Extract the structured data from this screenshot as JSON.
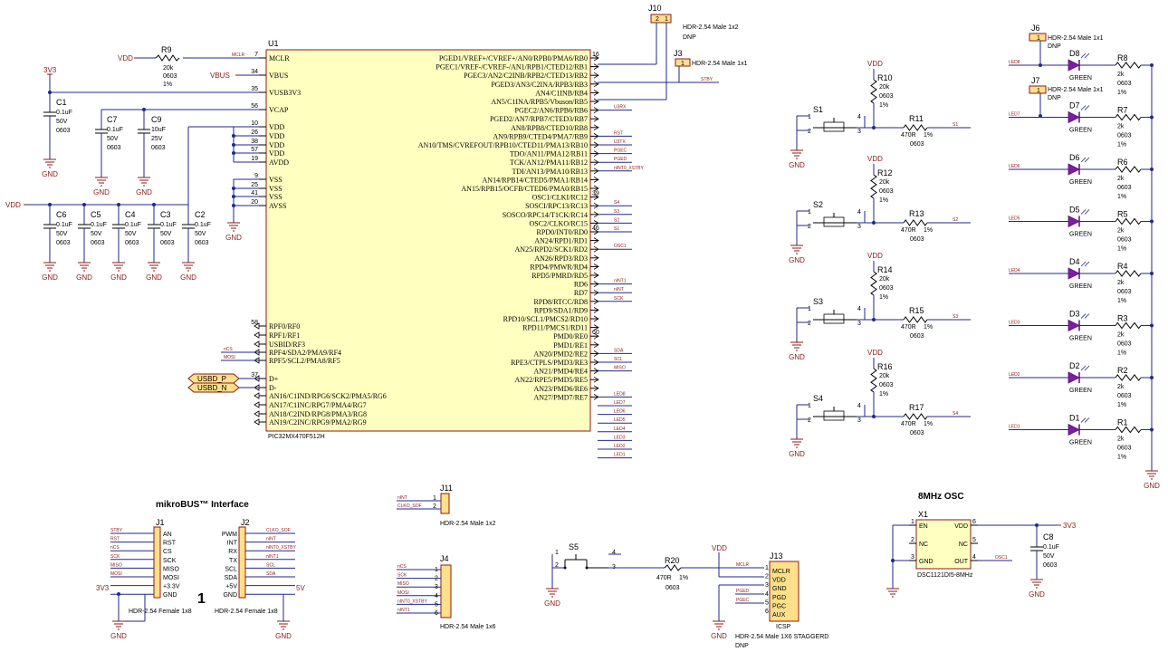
{
  "u1": {
    "ref": "U1",
    "part": "PIC32MX470F512H",
    "left_pins": [
      {
        "num": "7",
        "label": "MCLR"
      },
      {
        "num": "34",
        "label": "VBUS"
      },
      {
        "num": "35",
        "label": "VUSB3V3"
      },
      {
        "num": "56",
        "label": "VCAP"
      },
      {
        "num": "10",
        "label": "VDD"
      },
      {
        "num": "26",
        "label": "VDD"
      },
      {
        "num": "38",
        "label": "VDD"
      },
      {
        "num": "57",
        "label": "VDD"
      },
      {
        "num": "19",
        "label": "AVDD"
      },
      {
        "num": "9",
        "label": "VSS"
      },
      {
        "num": "25",
        "label": "VSS"
      },
      {
        "num": "41",
        "label": "VSS"
      },
      {
        "num": "20",
        "label": "AVSS"
      },
      {
        "num": "58",
        "label": "RPF0/RF0"
      },
      {
        "num": "",
        "label": "RPF1/RF1"
      },
      {
        "num": "",
        "label": "USBID/RF3"
      },
      {
        "num": "",
        "label": "RPF4/SDA2/PMA9/RF4"
      },
      {
        "num": "",
        "label": "RPF5/SCL2/PMA8/RF5"
      },
      {
        "num": "37",
        "label": "D+"
      },
      {
        "num": "",
        "label": "D-"
      },
      {
        "num": "",
        "label": "AN16/C1IND/RPG6/SCK2/PMA5/RG6"
      },
      {
        "num": "",
        "label": "AN17/C1INC/RPG7/PMA4/RG7"
      },
      {
        "num": "",
        "label": "AN18/C2IND/RPG8/PMA3/RG8"
      },
      {
        "num": "",
        "label": "AN19/C2INC/RPG9/PMA2/RG9"
      }
    ],
    "right_pins": [
      {
        "num": "16",
        "label": "PGED1/VREF+/CVREF+/AN0/RPB0/PMA6/RB0"
      },
      {
        "num": "",
        "label": "PGEC1/VREF-/CVREF-/AN1/RPB1/CTED12/RB1"
      },
      {
        "num": "",
        "label": "PGEC3/AN2/C2INB/RPB2/CTED13/RB2"
      },
      {
        "num": "",
        "label": "PGED3/AN3/C2INA/RPB3/RB3"
      },
      {
        "num": "",
        "label": "AN4/C1INB/RB4"
      },
      {
        "num": "",
        "label": "AN5/C1INA/RPB5/Vbuson/RB5"
      },
      {
        "num": "",
        "label": "PGEC2/AN6/RPB6/RB6"
      },
      {
        "num": "",
        "label": "PGED2/AN7/RPB7/CTED3/RB7"
      },
      {
        "num": "",
        "label": "AN8/RPB8/CTED10/RB8"
      },
      {
        "num": "",
        "label": "AN9/RPB9/CTED4/PMA7/RB9"
      },
      {
        "num": "",
        "label": "AN10/TMS/CVREFOUT/RPB10/CTED11/PMA13/RB10"
      },
      {
        "num": "",
        "label": "TDO/AN11/PMA12/RB11"
      },
      {
        "num": "",
        "label": "TCK/AN12/PMA11/RB12"
      },
      {
        "num": "",
        "label": "TDI/AN13/PMA10/RB13"
      },
      {
        "num": "",
        "label": "AN14/RPB14/CTED5/PMA1/RB14"
      },
      {
        "num": "",
        "label": "AN15/RPB15/OCFB/CTED6/PMA0/RB15"
      },
      {
        "num": "39",
        "label": "OSC1/CLKI/RC12"
      },
      {
        "num": "",
        "label": "SOSCI/RPC13/RC13"
      },
      {
        "num": "",
        "label": "SOSCO/RPC14/T1CK/RC14"
      },
      {
        "num": "",
        "label": "OSC2/CLKO/RC15"
      },
      {
        "num": "46",
        "label": "RPD0/INT0/RD0"
      },
      {
        "num": "",
        "label": "AN24/RPD1/RD1"
      },
      {
        "num": "",
        "label": "AN25/RPD2/SCK1/RD2"
      },
      {
        "num": "",
        "label": "AN26/RPD3/RD3"
      },
      {
        "num": "",
        "label": "RPD4/PMWR/RD4"
      },
      {
        "num": "",
        "label": "RPD5/PMRD/RD5"
      },
      {
        "num": "",
        "label": "RD6"
      },
      {
        "num": "",
        "label": "RD7"
      },
      {
        "num": "",
        "label": "RPD8/RTCC/RD8"
      },
      {
        "num": "",
        "label": "RPD9/SDA1/RD9"
      },
      {
        "num": "",
        "label": "RPD10/SCL1/PMCS2/RD10"
      },
      {
        "num": "",
        "label": "RPD11/PMCS1/RD11"
      },
      {
        "num": "60",
        "label": "PMD0/RE0"
      },
      {
        "num": "",
        "label": "PMD1/RE1"
      },
      {
        "num": "",
        "label": "AN20/PMD2/RE2"
      },
      {
        "num": "",
        "label": "RPE3/CTPLS/PMD3/RE3"
      },
      {
        "num": "",
        "label": "AN21/PMD4/RE4"
      },
      {
        "num": "",
        "label": "AN22/RPE5/PMD5/RE5"
      },
      {
        "num": "",
        "label": "AN23/PMD6/RE6"
      },
      {
        "num": "",
        "label": "AN27/PMD7/RE7"
      }
    ],
    "right_nets": [
      {
        "row": 6,
        "label": "U3RX"
      },
      {
        "row": 9,
        "label": "RST"
      },
      {
        "row": 10,
        "label": "U3TX"
      },
      {
        "row": 11,
        "label": "PGEC"
      },
      {
        "row": 12,
        "label": "PGED"
      },
      {
        "row": 13,
        "label": "nINT0_XSTBY"
      },
      {
        "row": 17,
        "label": "S4"
      },
      {
        "row": 18,
        "label": "S3"
      },
      {
        "row": 19,
        "label": "S2"
      },
      {
        "row": 20,
        "label": "S1"
      },
      {
        "row": 22,
        "label": "OSC1"
      },
      {
        "row": 26,
        "label": "nINT1"
      },
      {
        "row": 27,
        "label": "nINT"
      },
      {
        "row": 28,
        "label": "SCK"
      },
      {
        "row": 34,
        "label": "SDA"
      },
      {
        "row": 35,
        "label": "SCL"
      },
      {
        "row": 36,
        "label": "MISO"
      },
      {
        "row": 39,
        "label": "LED8"
      },
      {
        "row": 40,
        "label": "LED7"
      },
      {
        "row": 41,
        "label": "LED6"
      },
      {
        "row": 42,
        "label": "LED5"
      },
      {
        "row": 43,
        "label": "LED4"
      },
      {
        "row": 44,
        "label": "LED3"
      },
      {
        "row": 45,
        "label": "LED2"
      },
      {
        "row": 46,
        "label": "LED1"
      }
    ],
    "left_nets": [
      {
        "label": "nCS"
      },
      {
        "label": "MOSI"
      }
    ],
    "mclr_net": "MCLR"
  },
  "power": {
    "vdd": "VDD",
    "v3v3": "3V3",
    "vbus": "VBUS",
    "gnd": "GND",
    "v5": "5V"
  },
  "usb": {
    "dp": "USBD_P",
    "dn": "USBD_N"
  },
  "r9": {
    "ref": "R9",
    "value": "20k",
    "pkg": "0603",
    "tol": "1%"
  },
  "caps_top": [
    {
      "ref": "C1",
      "value": "0.1uF",
      "volt": "50V",
      "pkg": "0603"
    },
    {
      "ref": "C7",
      "value": "0.1uF",
      "volt": "50V",
      "pkg": "0603"
    },
    {
      "ref": "C9",
      "value": "10uF",
      "volt": "25V",
      "pkg": "0603"
    }
  ],
  "caps_bottom": [
    {
      "ref": "C6",
      "value": "0.1uF",
      "volt": "50V",
      "pkg": "0603"
    },
    {
      "ref": "C5",
      "value": "0.1uF",
      "volt": "50V",
      "pkg": "0603"
    },
    {
      "ref": "C4",
      "value": "0.1uF",
      "volt": "50V",
      "pkg": "0603"
    },
    {
      "ref": "C3",
      "value": "0.1uF",
      "volt": "50V",
      "pkg": "0603"
    },
    {
      "ref": "C2",
      "value": "0.1uF",
      "volt": "50V",
      "pkg": "0603"
    }
  ],
  "j10": {
    "ref": "J10",
    "desc": "HDR-2.54 Male 1x2",
    "dnp": "DNP"
  },
  "j3": {
    "ref": "J3",
    "desc": "HDR-2.54 Male 1x1",
    "net": "STBY"
  },
  "switches": [
    {
      "sw": "S1",
      "rp": "R10",
      "rs": "R11",
      "net": "S1"
    },
    {
      "sw": "S2",
      "rp": "R12",
      "rs": "R13",
      "net": "S2"
    },
    {
      "sw": "S3",
      "rp": "R14",
      "rs": "R15",
      "net": "S3"
    },
    {
      "sw": "S4",
      "rp": "R16",
      "rs": "R17",
      "net": "S4"
    }
  ],
  "switch_values": {
    "pull": "20k",
    "pull_pkg": "0603",
    "pull_tol": "1%",
    "series": "470R",
    "series_tol": "1%",
    "series_pkg": "0603"
  },
  "leds": [
    {
      "d": "D8",
      "r": "R8",
      "net": "LED8"
    },
    {
      "d": "D7",
      "r": "R7",
      "net": "LED7"
    },
    {
      "d": "D6",
      "r": "R6",
      "net": "LED6"
    },
    {
      "d": "D5",
      "r": "R5",
      "net": "LED5"
    },
    {
      "d": "D4",
      "r": "R4",
      "net": "LED4"
    },
    {
      "d": "D3",
      "r": "R3",
      "net": "LED3"
    },
    {
      "d": "D2",
      "r": "R2",
      "net": "LED2"
    },
    {
      "d": "D1",
      "r": "R1",
      "net": "LED1"
    }
  ],
  "led_values": {
    "color": "GREEN",
    "r": "2k",
    "pkg": "0603",
    "tol": "1%"
  },
  "j6": {
    "ref": "J6",
    "desc": "HDR-2.54 Male 1x1",
    "dnp": "DNP"
  },
  "j7": {
    "ref": "J7",
    "desc": "HDR-2.54 Male 1x1",
    "dnp": "DNP"
  },
  "mikrobus": {
    "title": "mikroBUS™ Interface",
    "j1": {
      "ref": "J1",
      "desc": "HDR-2.54 Female 1x8",
      "pins": [
        "AN",
        "RST",
        "CS",
        "SCK",
        "MISO",
        "MOSI",
        "+3.3V",
        "GND"
      ],
      "nets": [
        "STBY",
        "RST",
        "nCS",
        "SCK",
        "MISO",
        "MOSI",
        "",
        ""
      ]
    },
    "j2": {
      "ref": "J2",
      "desc": "HDR-2.54 Female 1x8",
      "pins": [
        "PWM",
        "INT",
        "RX",
        "TX",
        "SCL",
        "SDA",
        "+5V",
        "GND"
      ],
      "nets": [
        "CLKO_SOF",
        "nINT",
        "nINT0_XSTBY",
        "nINT1",
        "SCL",
        "SDA",
        "",
        ""
      ]
    },
    "marker": "1"
  },
  "j11": {
    "ref": "J11",
    "desc": "HDR-2.54 Male 1x2",
    "nets": [
      "nINT",
      "CLKO_SOF"
    ]
  },
  "j4": {
    "ref": "J4",
    "desc": "HDR-2.54 Male 1x6",
    "nets": [
      "nCS",
      "SCK",
      "MISO",
      "MOSI",
      "nINT0_XSTBY",
      "nINT1"
    ]
  },
  "s5": {
    "ref": "S5",
    "r": "R20",
    "value": "470R",
    "tol": "1%",
    "pkg": "0603"
  },
  "j13": {
    "ref": "J13",
    "pins": [
      "MCLR",
      "VDD",
      "GND",
      "PGD",
      "PGC",
      "AUX"
    ],
    "nets": [
      "MCLR",
      "",
      "",
      "PGED",
      "PGEC",
      ""
    ],
    "tag": "ICSP",
    "desc": "HDR-2.54 Male 1X6 STAGGERD",
    "dnp": "DNP"
  },
  "osc": {
    "title": "8MHz OSC",
    "ref": "X1",
    "part": "DSC1121DI5-8MHz",
    "pins_left": [
      "EN",
      "NC",
      "GND"
    ],
    "pins_right": [
      "VDD",
      "NC",
      "OUT"
    ],
    "nums_left": [
      "1",
      "2",
      "3"
    ],
    "nums_right": [
      "6",
      "5",
      "4"
    ],
    "net": "OSC1"
  },
  "c8": {
    "ref": "C8",
    "value": "0.1uF",
    "volt": "50V",
    "pkg": "0603"
  }
}
